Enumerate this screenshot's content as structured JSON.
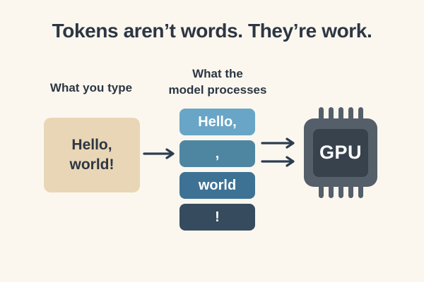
{
  "title": "Tokens aren’t words. They’re work.",
  "input": {
    "label": "What you type",
    "lines": [
      "Hello,",
      "world!"
    ],
    "box_color": "#e9d6b6"
  },
  "tokens": {
    "label_lines": [
      "What the",
      "model processes"
    ],
    "items": [
      {
        "text": "Hello,",
        "color": "#69a5c6"
      },
      {
        "text": ",",
        "color": "#4e86a1"
      },
      {
        "text": "world",
        "color": "#3d7295"
      },
      {
        "text": "!",
        "color": "#364b5e"
      }
    ]
  },
  "gpu": {
    "label": "GPU",
    "body_color": "#555f6a",
    "core_color": "#38424d"
  },
  "colors": {
    "background": "#fbf7ef",
    "text": "#2d3643",
    "arrow": "#2c3d4f"
  }
}
